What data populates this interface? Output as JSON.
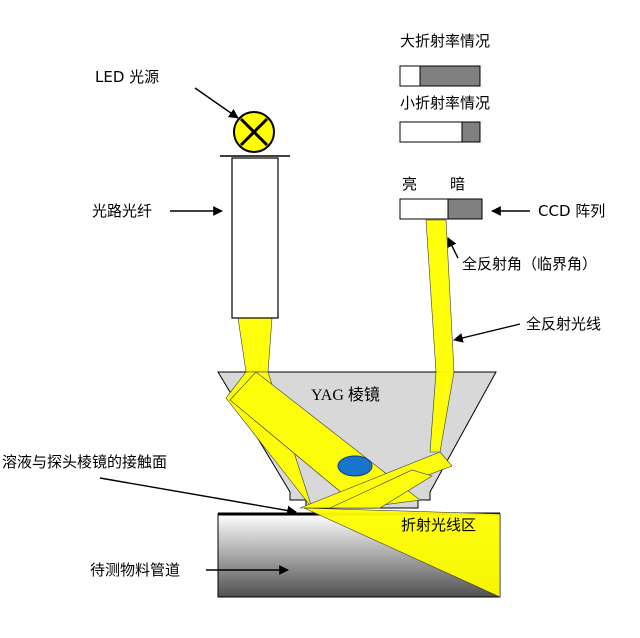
{
  "labels": {
    "led": "LED 光源",
    "fiber": "光路光纤",
    "prism": "YAG 棱镜",
    "contact": "溶液与探头棱镜的接触面",
    "pipe": "待测物料管道",
    "refraction_zone": "折射光线区",
    "large_index": "大折射率情况",
    "small_index": "小折射率情况",
    "bright": "亮",
    "dark": "暗",
    "ccd": "CCD 阵列",
    "critical_angle": "全反射角（临界角）",
    "total_reflection": "全反射光线"
  },
  "colors": {
    "light": "#ffff00",
    "prism": "#d8d8d8",
    "ccd_dark": "#808080",
    "drop": "#1874cd"
  }
}
